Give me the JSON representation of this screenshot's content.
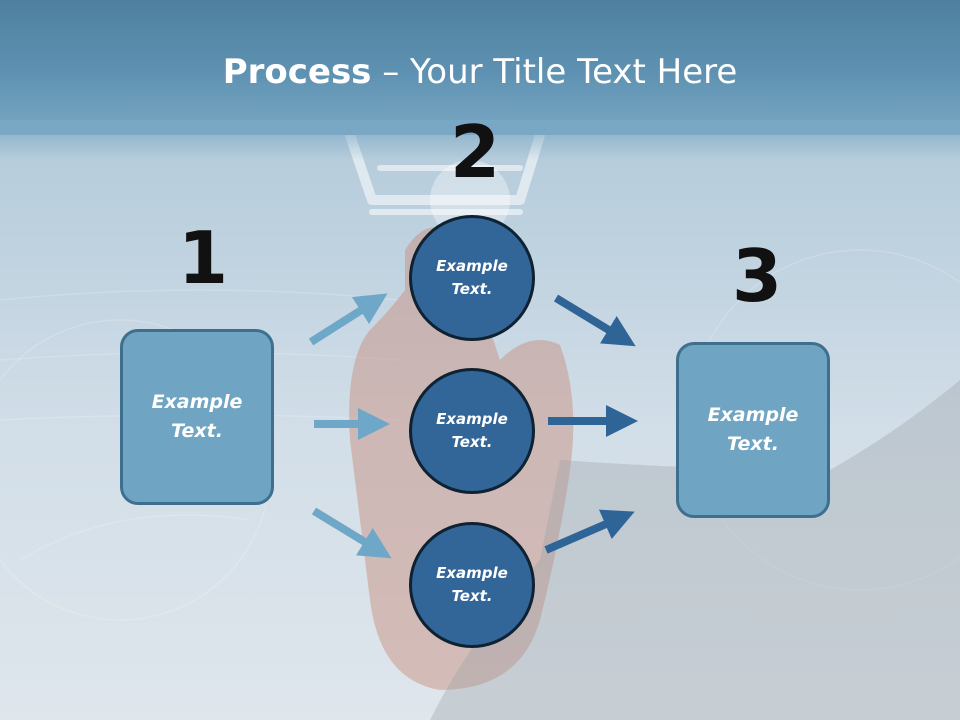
{
  "title": {
    "bold": "Process",
    "rest": " – Your Title Text Here"
  },
  "steps": {
    "one": "1",
    "two": "2",
    "three": "3"
  },
  "left_box": {
    "text": "Example\nText."
  },
  "right_box": {
    "text": "Example\nText."
  },
  "circles": [
    {
      "text": "Example\nText."
    },
    {
      "text": "Example\nText."
    },
    {
      "text": "Example\nText."
    }
  ],
  "colors": {
    "light_arrow": "#6fa7c9",
    "dark_arrow": "#2f6497",
    "box": "#6fa4c2",
    "circle": "#336698"
  }
}
